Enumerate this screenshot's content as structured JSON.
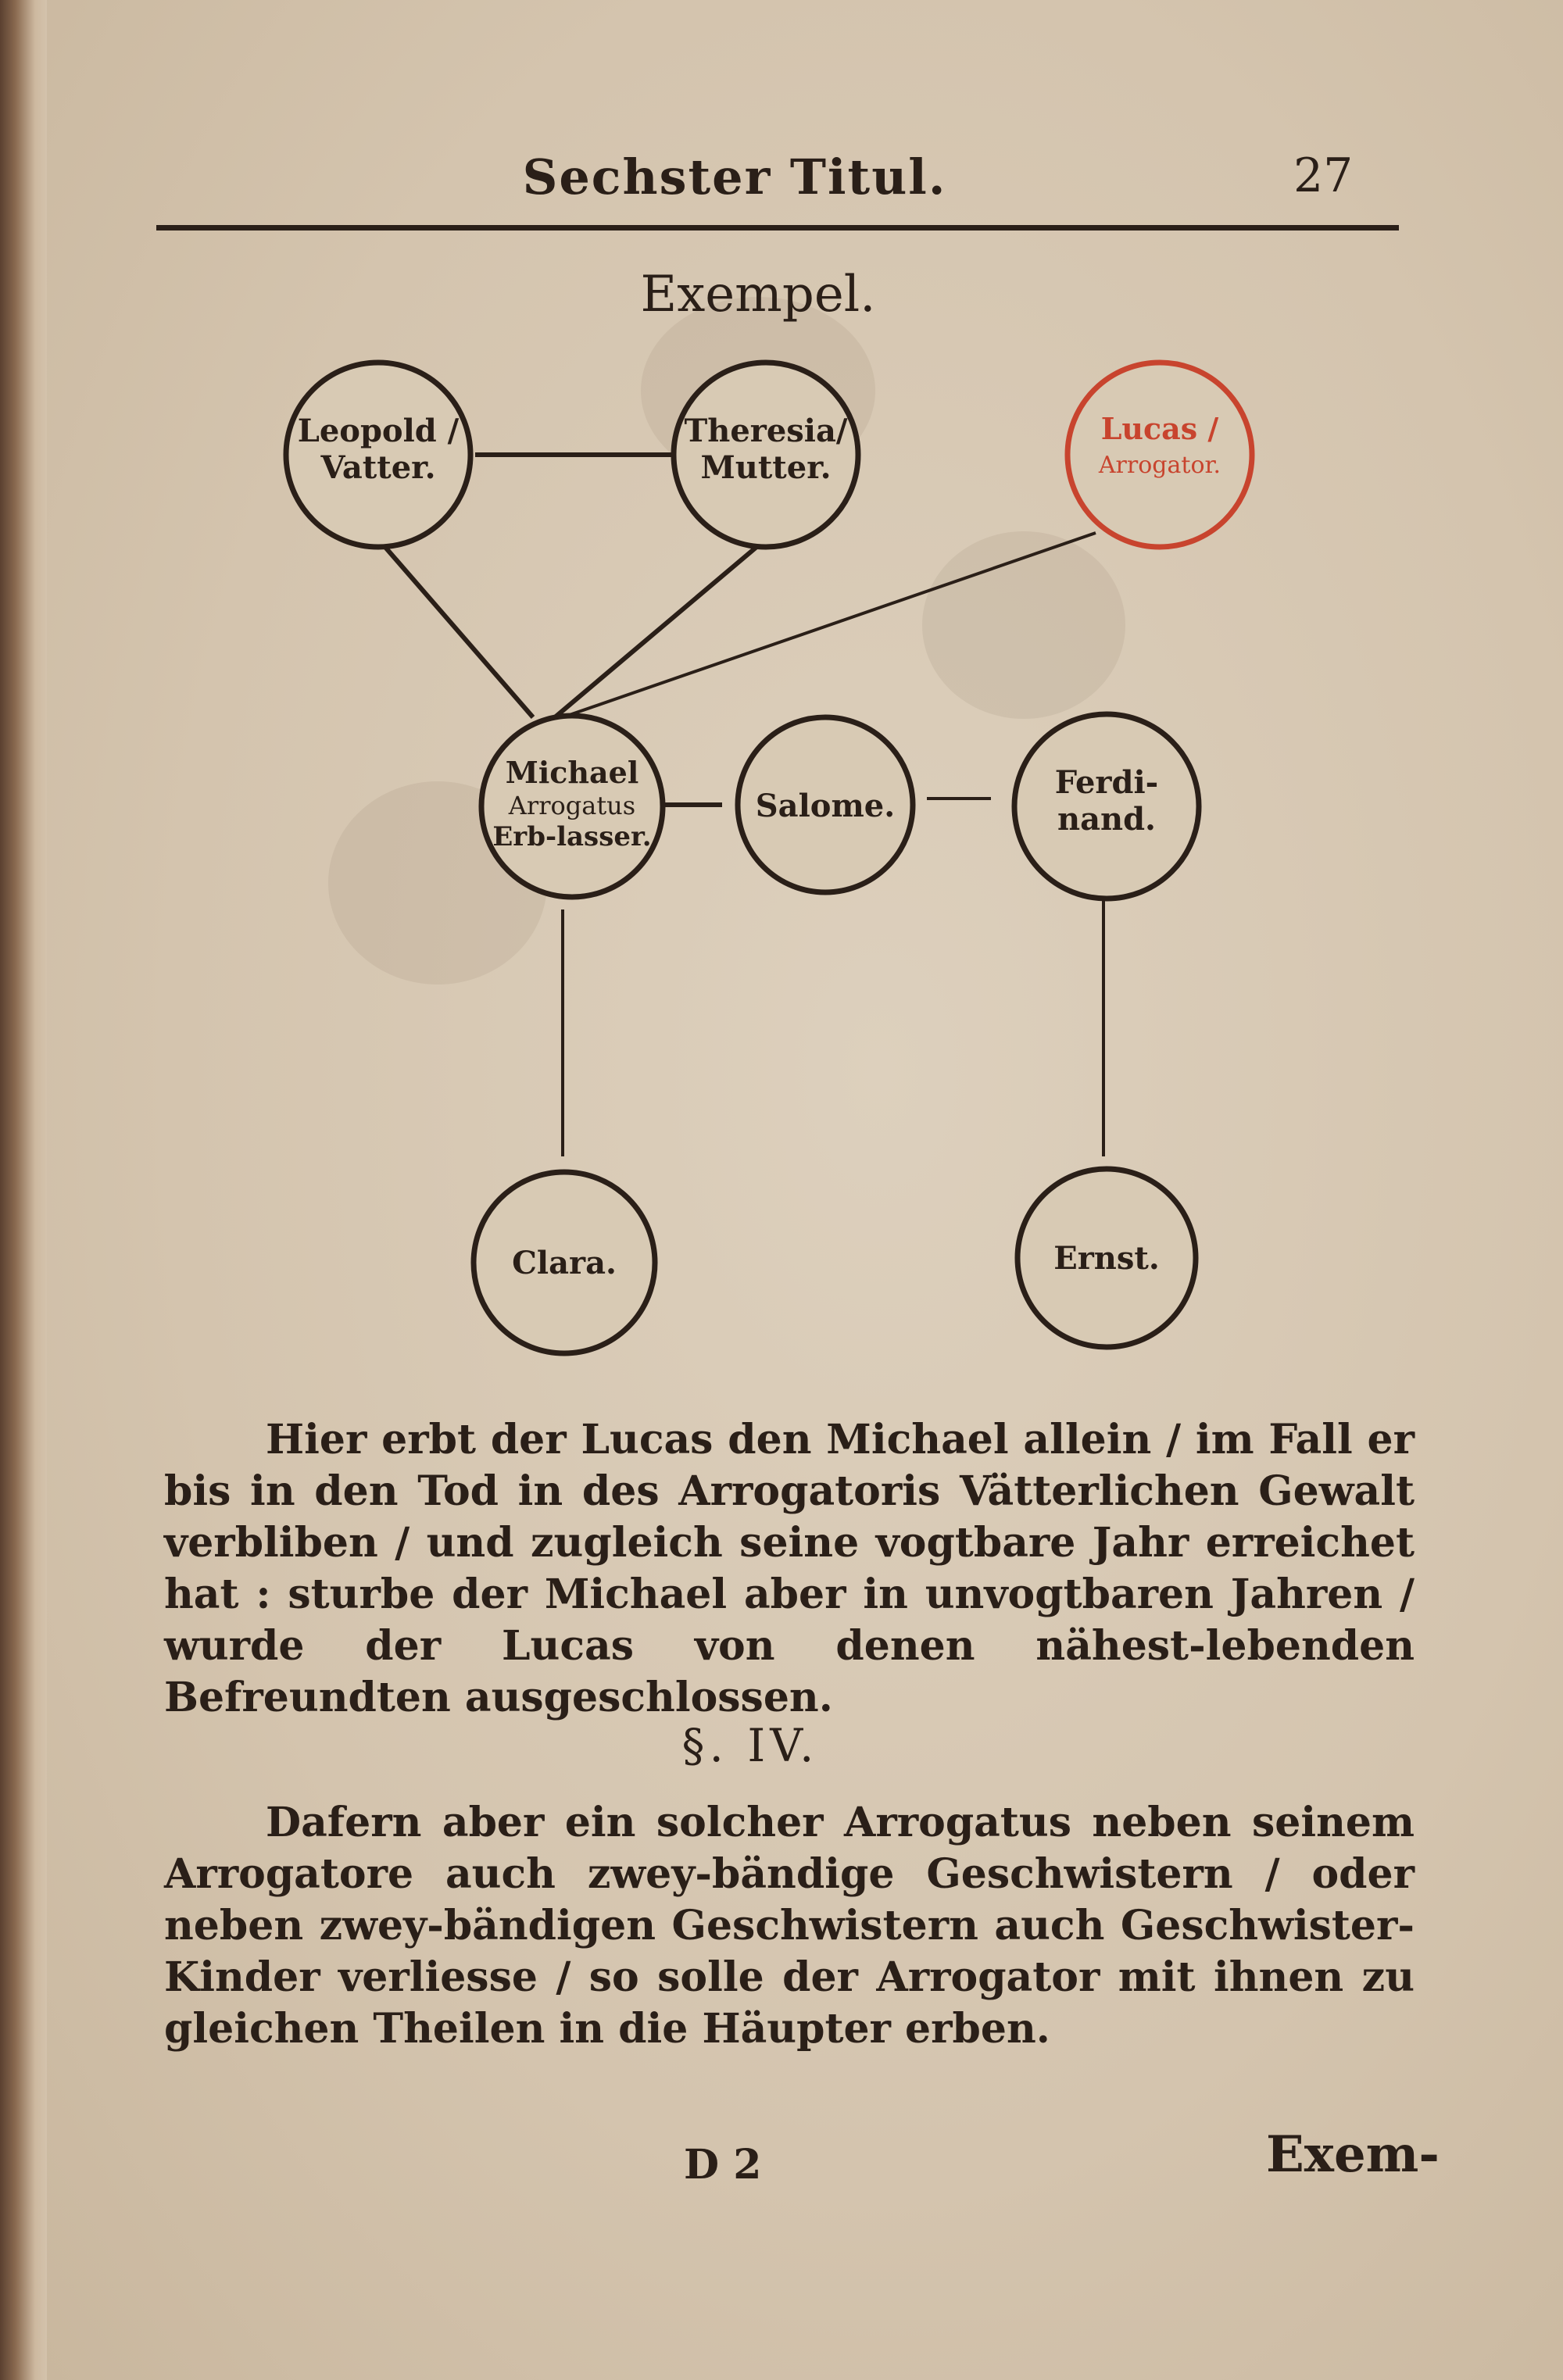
{
  "header": {
    "running_title": "Sechster Titul.",
    "page_number": "27"
  },
  "exempel_title": "Exempel.",
  "diagram": {
    "nodes": {
      "leopold": [
        "Leopold /",
        "Vatter."
      ],
      "theresia": [
        "Theresia/",
        "Mutter."
      ],
      "lucas": [
        "Lucas /",
        "Arrogator."
      ],
      "michael": [
        "Michael",
        "Arrogatus",
        "Erb-lasser."
      ],
      "salome": [
        "Salome."
      ],
      "ferdinand": [
        "Ferdi-",
        "nand."
      ],
      "clara": [
        "Clara."
      ],
      "ernst": [
        "Ernst."
      ]
    },
    "colors": {
      "ink": "#2a1f18",
      "arrogator": "#c8442e"
    }
  },
  "paragraph1": "Hier erbt der Lucas den Michael allein / im Fall er bis in den Tod in des Arrogatoris Vätterlichen Gewalt verbliben / und zugleich seine vogtbare Jahr erreichet hat : sturbe der Michael aber in unvogtbaren Jahren / wurde der Lucas von denen nähest-lebenden Befreundten ausgeschlossen.",
  "section_heading": "§. IV.",
  "paragraph2": "Dafern aber ein solcher Arrogatus neben seinem Arrogatore auch zwey-bändige Geschwistern / oder neben zwey-bändigen Geschwistern auch Geschwister-Kinder verliesse / so solle der Arrogator mit ihnen zu gleichen Theilen in die Häupter erben.",
  "footer": {
    "signature": "D 2",
    "catchword": "Exem-"
  }
}
